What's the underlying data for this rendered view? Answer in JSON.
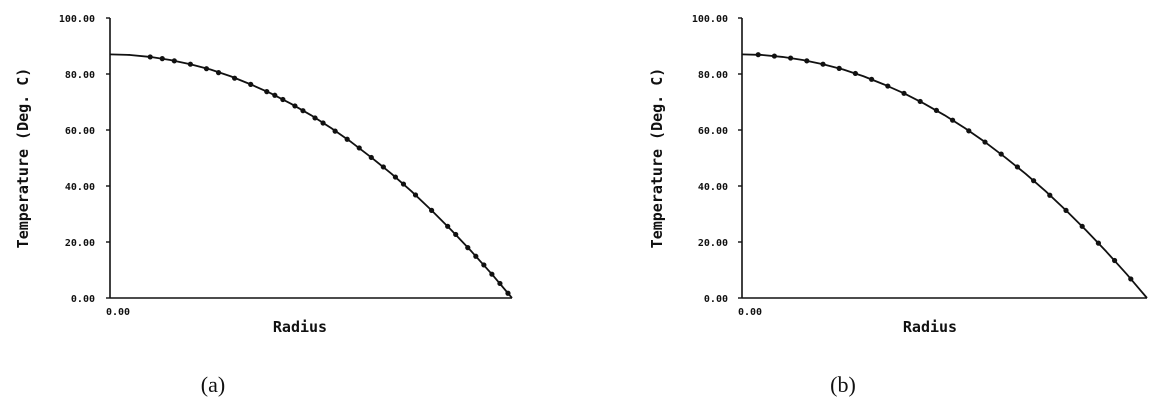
{
  "chart_data": [
    {
      "type": "line",
      "panel_label": "(a)",
      "xlabel": "Radius",
      "ylabel": "Temperature (Deg. C)",
      "xlim": [
        0,
        1
      ],
      "ylim": [
        0,
        100
      ],
      "x_tick_labels": [
        "0.00"
      ],
      "y_ticks": [
        0,
        20,
        40,
        60,
        80,
        100
      ],
      "y_tick_labels": [
        "0.00",
        "20.00",
        "40.00",
        "60.00",
        "80.00",
        "100.00"
      ],
      "grid": false,
      "series": [
        {
          "style": "solid-line",
          "x": [
            0.0,
            0.05,
            0.1,
            0.15,
            0.2,
            0.25,
            0.3,
            0.35,
            0.4,
            0.45,
            0.5,
            0.55,
            0.6,
            0.65,
            0.7,
            0.75,
            0.8,
            0.85,
            0.9,
            0.95,
            1.0
          ],
          "y": [
            87.0,
            86.8,
            86.1,
            85.0,
            83.5,
            81.6,
            79.2,
            76.3,
            73.1,
            69.4,
            65.3,
            60.7,
            55.7,
            50.2,
            44.4,
            38.1,
            31.3,
            24.1,
            16.5,
            8.5,
            0.0
          ]
        },
        {
          "style": "dots",
          "x": [
            0.1,
            0.13,
            0.16,
            0.2,
            0.24,
            0.27,
            0.31,
            0.35,
            0.39,
            0.41,
            0.43,
            0.46,
            0.48,
            0.51,
            0.53,
            0.56,
            0.59,
            0.62,
            0.65,
            0.68,
            0.71,
            0.73,
            0.76,
            0.8,
            0.84,
            0.86,
            0.89,
            0.91,
            0.93,
            0.95,
            0.97,
            0.99
          ],
          "y": [
            86.1,
            85.5,
            84.7,
            83.5,
            81.9,
            80.5,
            78.5,
            76.3,
            73.7,
            72.4,
            70.9,
            68.6,
            66.9,
            64.3,
            62.5,
            59.6,
            56.7,
            53.6,
            50.2,
            46.8,
            43.2,
            40.7,
            36.8,
            31.3,
            25.6,
            22.7,
            18.0,
            14.9,
            11.8,
            8.5,
            5.2,
            1.7
          ]
        }
      ]
    },
    {
      "type": "line",
      "panel_label": "(b)",
      "xlabel": "Radius",
      "ylabel": "Temperature (Deg. C)",
      "xlim": [
        0,
        1
      ],
      "ylim": [
        0,
        100
      ],
      "x_tick_labels": [
        "0.00"
      ],
      "y_ticks": [
        0,
        20,
        40,
        60,
        80,
        100
      ],
      "y_tick_labels": [
        "0.00",
        "20.00",
        "40.00",
        "60.00",
        "80.00",
        "100.00"
      ],
      "grid": false,
      "series": [
        {
          "style": "solid-line",
          "x": [
            0.0,
            0.05,
            0.1,
            0.15,
            0.2,
            0.25,
            0.3,
            0.35,
            0.4,
            0.45,
            0.5,
            0.55,
            0.6,
            0.65,
            0.7,
            0.75,
            0.8,
            0.85,
            0.9,
            0.95,
            1.0
          ],
          "y": [
            87.0,
            86.8,
            86.1,
            85.0,
            83.5,
            81.6,
            79.2,
            76.3,
            73.1,
            69.4,
            65.3,
            60.7,
            55.7,
            50.2,
            44.4,
            38.1,
            31.3,
            24.1,
            16.5,
            8.5,
            0.0
          ]
        },
        {
          "style": "dots",
          "x": [
            0.04,
            0.08,
            0.12,
            0.16,
            0.2,
            0.24,
            0.28,
            0.32,
            0.36,
            0.4,
            0.44,
            0.48,
            0.52,
            0.56,
            0.6,
            0.64,
            0.68,
            0.72,
            0.76,
            0.8,
            0.84,
            0.88,
            0.92,
            0.96
          ],
          "y": [
            86.9,
            86.4,
            85.7,
            84.7,
            83.5,
            82.0,
            80.2,
            78.1,
            75.7,
            73.1,
            70.2,
            67.0,
            63.5,
            59.7,
            55.7,
            51.4,
            46.8,
            41.9,
            36.7,
            31.3,
            25.6,
            19.6,
            13.4,
            6.8
          ]
        }
      ]
    }
  ]
}
